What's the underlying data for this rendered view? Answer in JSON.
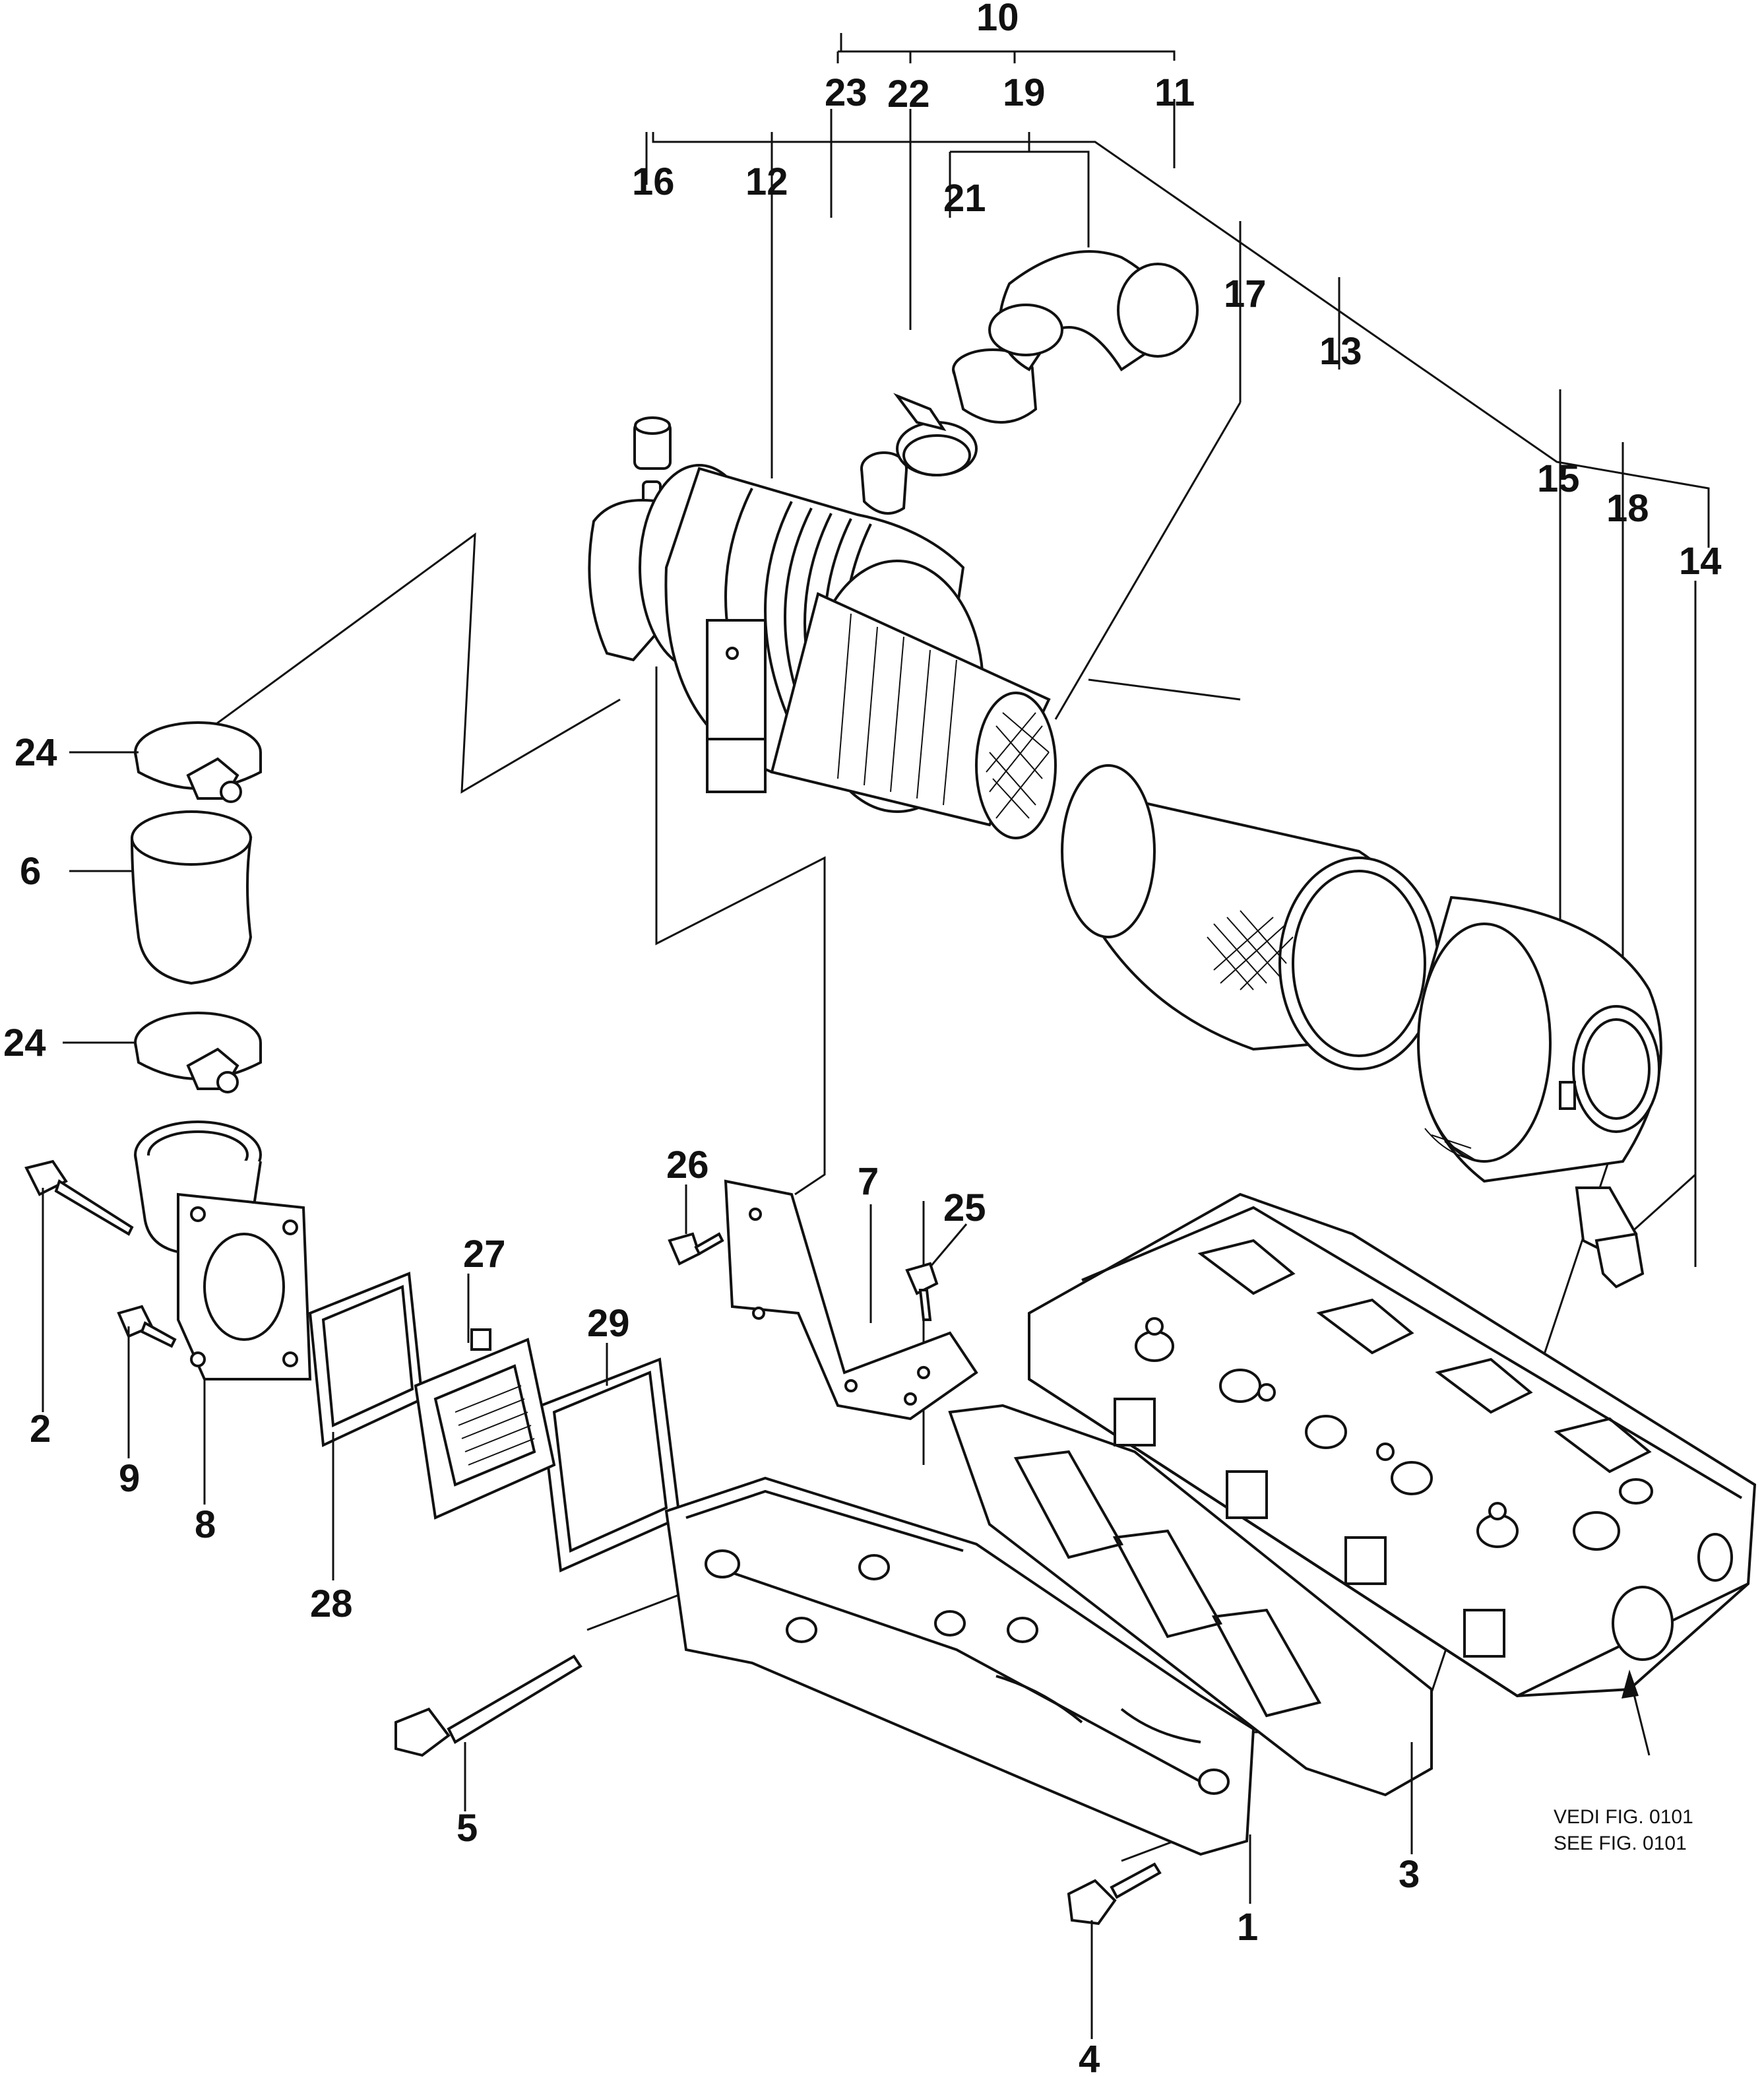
{
  "labels": {
    "l1": "1",
    "l2": "2",
    "l3": "3",
    "l4": "4",
    "l5": "5",
    "l6": "6",
    "l7": "7",
    "l8": "8",
    "l9": "9",
    "l10": "10",
    "l11": "11",
    "l12": "12",
    "l13": "13",
    "l14": "14",
    "l15": "15",
    "l16": "16",
    "l17": "17",
    "l18": "18",
    "l19": "19",
    "l21": "21",
    "l22": "22",
    "l23": "23",
    "l24a": "24",
    "l24b": "24",
    "l25": "25",
    "l26": "26",
    "l27": "27",
    "l28": "28",
    "l29": "29"
  },
  "reference": {
    "line1": "VEDI FIG. 0101",
    "line2": "SEE FIG. 0101"
  }
}
